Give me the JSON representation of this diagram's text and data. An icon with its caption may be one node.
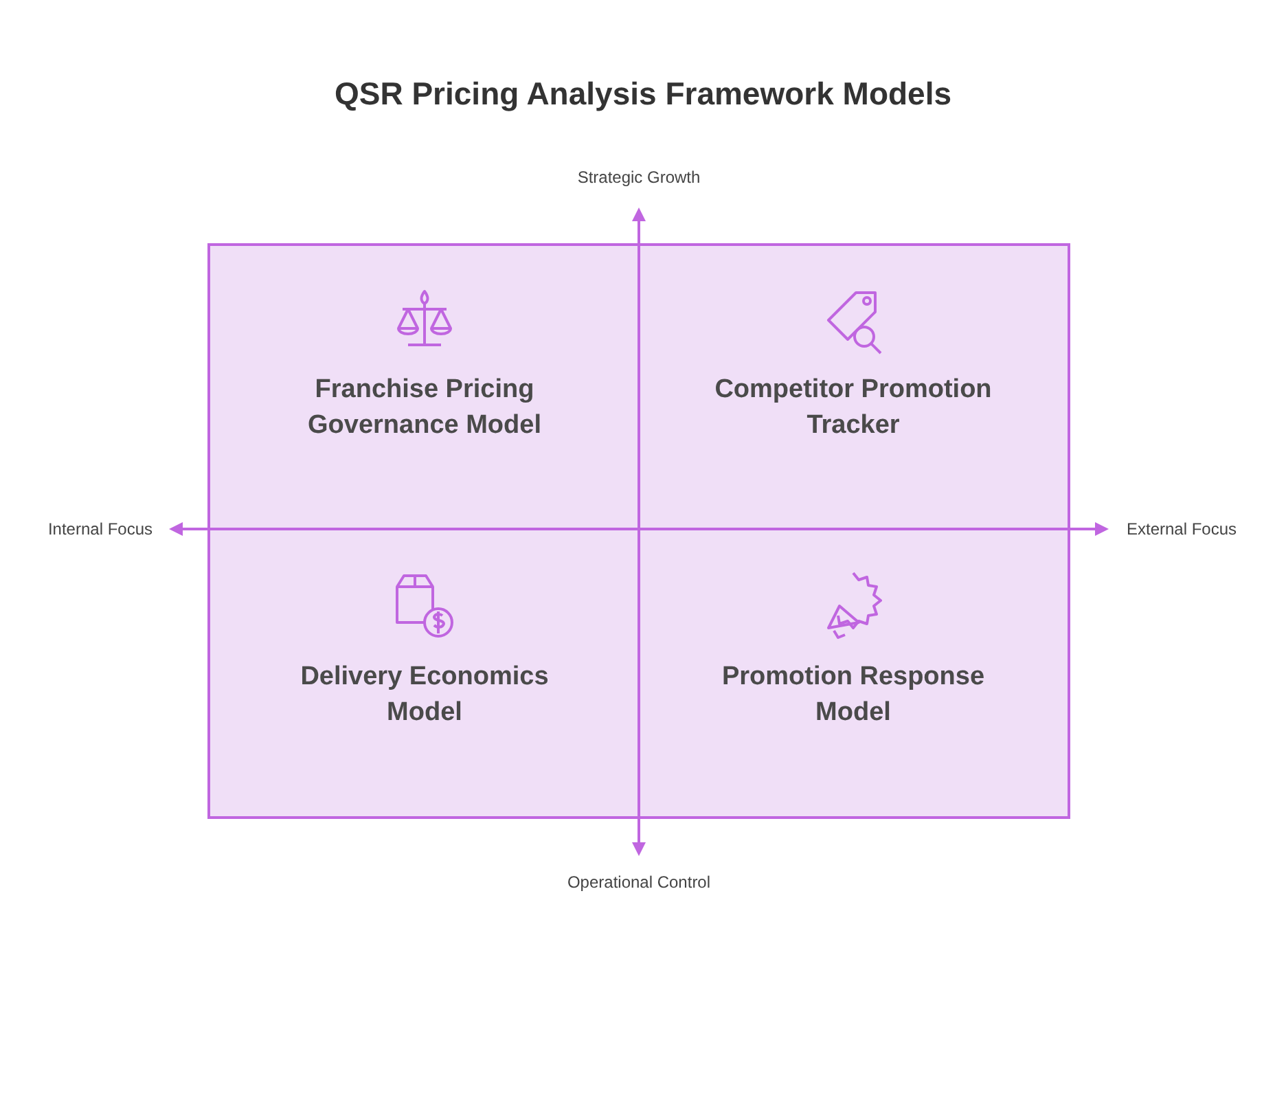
{
  "diagram": {
    "title": "QSR Pricing Analysis Framework Models",
    "nodes": [
      {
        "text": [
          "Franchise Pricing Governance Model"
        ]
      },
      {
        "text": [
          "Competitor Promotion Tracker"
        ]
      },
      {
        "text": [
          "Delivery Economics Model"
        ]
      },
      {
        "text": [
          "Promotion Response Model"
        ]
      }
    ],
    "labels": [
      "Strategic Growth",
      "Internal Focus",
      "External Focus",
      "Operational Control"
    ]
  }
}
